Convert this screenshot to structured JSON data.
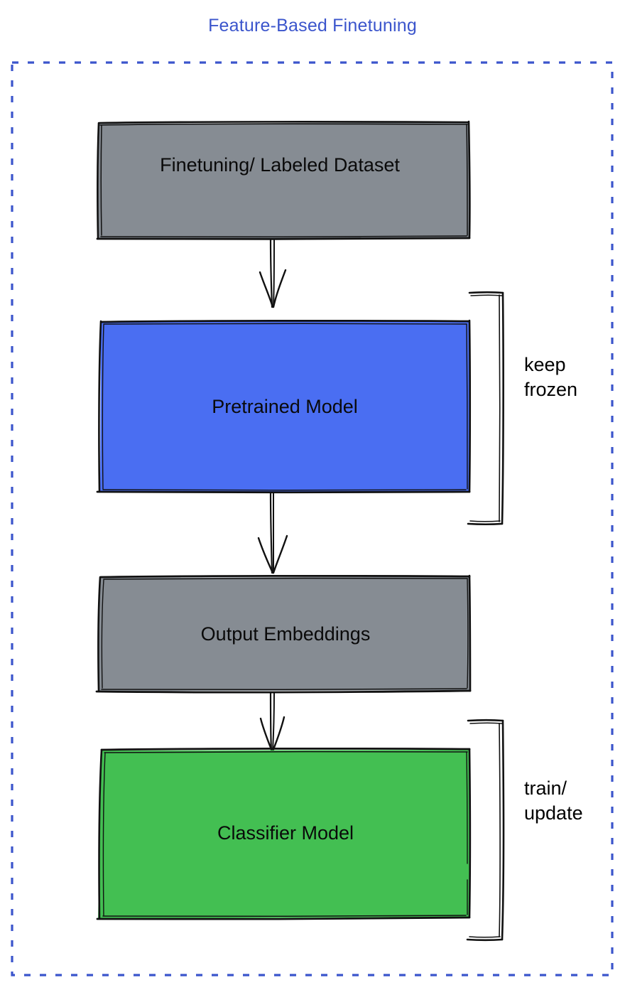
{
  "diagram": {
    "title": "Feature-Based Finetuning",
    "title_color": "#3b55cc",
    "container_border_color": "#3b55cc",
    "container_border_style": "dashed",
    "background": "#ffffff",
    "style": "hand-drawn sketch (excalidraw-like)",
    "nodes": [
      {
        "id": "dataset",
        "label": "Finetuning/ Labeled Dataset",
        "fill": "#868c93",
        "stroke": "#111111",
        "shape": "rectangle"
      },
      {
        "id": "pretrained",
        "label": "Pretrained Model",
        "fill": "#4a6ef2",
        "stroke": "#111111",
        "shape": "rectangle"
      },
      {
        "id": "embeddings",
        "label": "Output Embeddings",
        "fill": "#868c93",
        "stroke": "#111111",
        "shape": "rectangle"
      },
      {
        "id": "classifier",
        "label": "Classifier Model",
        "fill": "#43bf52",
        "stroke": "#111111",
        "shape": "rectangle"
      }
    ],
    "edges": [
      {
        "from": "dataset",
        "to": "pretrained",
        "arrow": "down"
      },
      {
        "from": "pretrained",
        "to": "embeddings",
        "arrow": "down"
      },
      {
        "from": "embeddings",
        "to": "classifier",
        "arrow": "down"
      }
    ],
    "annotations": [
      {
        "id": "keep-frozen",
        "text": "keep\nfrozen",
        "bracket_target": "pretrained",
        "side": "right"
      },
      {
        "id": "train-update",
        "text": "train/\nupdate",
        "bracket_target": "classifier",
        "side": "right"
      }
    ]
  }
}
